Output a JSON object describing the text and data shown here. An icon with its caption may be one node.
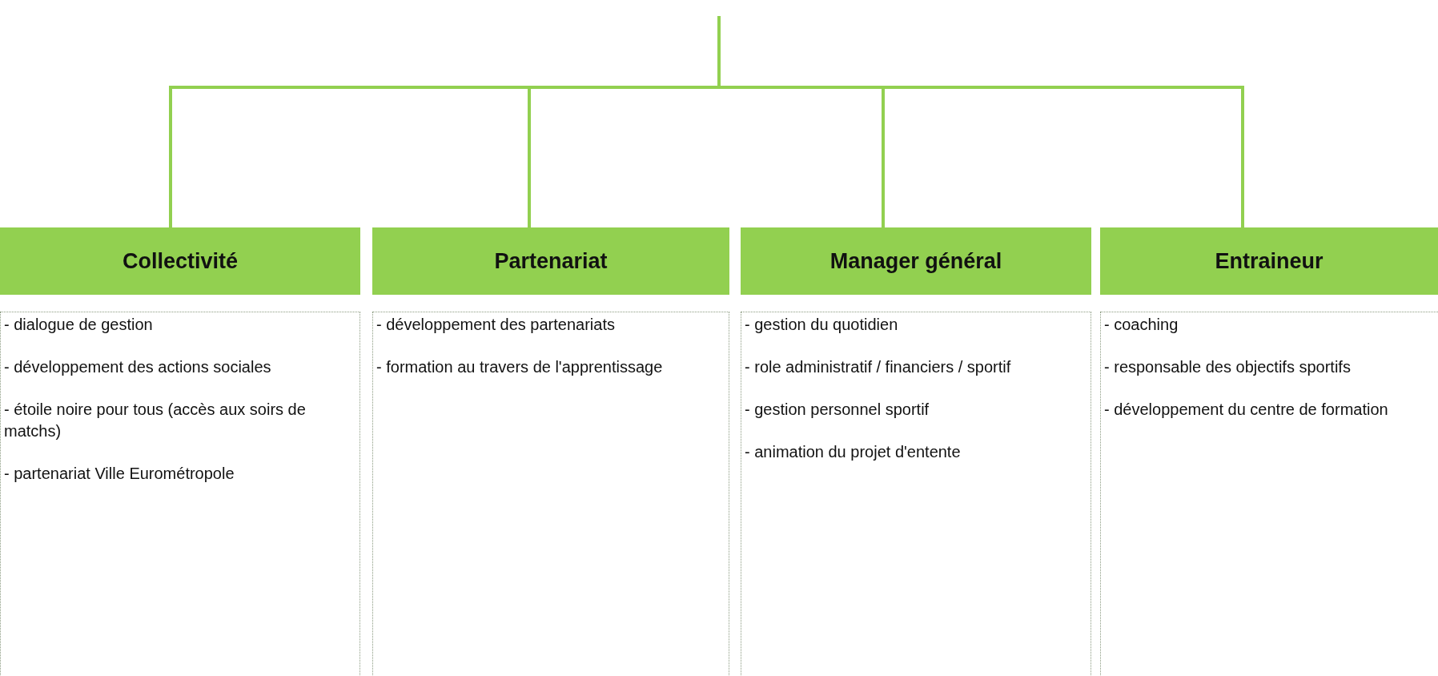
{
  "diagram": {
    "nodes": [
      {
        "text": [
          "Collectivité"
        ]
      },
      {
        "text": [
          "- dialogue de gestion",
          "- développement des actions sociales",
          "- étoile noire pour tous (accès aux soirs de matchs)",
          "- partenariat Ville Eurométropole"
        ]
      },
      {
        "text": [
          "Partenariat"
        ]
      },
      {
        "text": [
          "- développement des partenariats",
          "- formation au travers de l'apprentissage"
        ]
      },
      {
        "text": [
          "Manager général"
        ]
      },
      {
        "text": [
          "- gestion du quotidien",
          "- role administratif / financiers / sportif",
          "- gestion personnel sportif",
          "- animation du projet d'entente"
        ]
      },
      {
        "text": [
          "Entraineur"
        ]
      },
      {
        "text": [
          "- coaching",
          "- responsable des objectifs sportifs",
          "- développement du centre de formation"
        ]
      }
    ],
    "edges": [
      {
        "from": null,
        "to": 0,
        "arrow": "none"
      },
      {
        "from": null,
        "to": 2,
        "arrow": "none"
      },
      {
        "from": null,
        "to": 4,
        "arrow": "none"
      },
      {
        "from": null,
        "to": 6,
        "arrow": "none"
      }
    ]
  }
}
